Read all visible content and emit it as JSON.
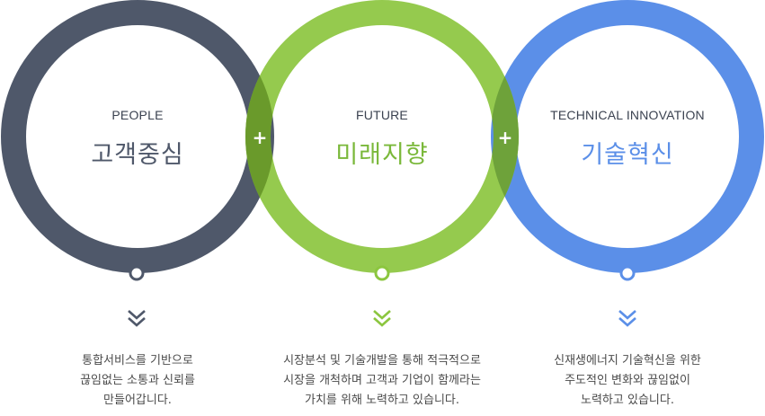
{
  "colors": {
    "people": "#4f586a",
    "future": "#8cc63f",
    "technical": "#5b8fe8",
    "overlap_left": "#6a9a2b",
    "overlap_right": "#6e9e3a"
  },
  "columns": [
    {
      "label": "PEOPLE",
      "title": "고객중심",
      "desc": [
        "통합서비스를 기반으로",
        "끊임없는 소통과 신뢰를",
        "만들어갑니다."
      ]
    },
    {
      "label": "FUTURE",
      "title": "미래지향",
      "desc": [
        "시장분석 및 기술개발을 통해 적극적으로",
        "시장을 개척하며 고객과 기업이 함께라는",
        "가치를 위해 노력하고 있습니다."
      ]
    },
    {
      "label": "TECHNICAL INNOVATION",
      "title": "기술혁신",
      "desc": [
        "신재생에너지 기술혁신을 위한",
        "주도적인 변화와 끊임없이",
        "노력하고 있습니다."
      ]
    }
  ],
  "connector": "+",
  "icons": {
    "chevron": "double-chevron-down-icon",
    "dot": "ring-dot-icon"
  }
}
